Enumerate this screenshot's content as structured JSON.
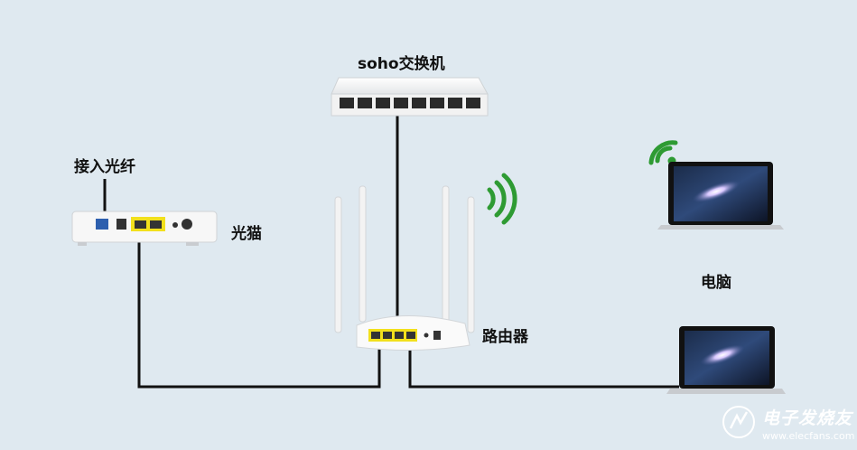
{
  "labels": {
    "switch": "soho交换机",
    "fiber": "接入光纤",
    "modem": "光猫",
    "router": "路由器",
    "pc": "电脑"
  },
  "watermark": {
    "name": "电子发烧友",
    "url": "www.elecfans.com"
  },
  "colors": {
    "background": "#dfe9f0",
    "cable": "#111111",
    "port_yellow": "#f2e01c",
    "wifi_green": "#2e9b33",
    "device_white": "#f7f7f7"
  },
  "icons": [
    "switch-device",
    "optical-modem",
    "wifi-router",
    "laptop",
    "wifi-signal-icon"
  ]
}
